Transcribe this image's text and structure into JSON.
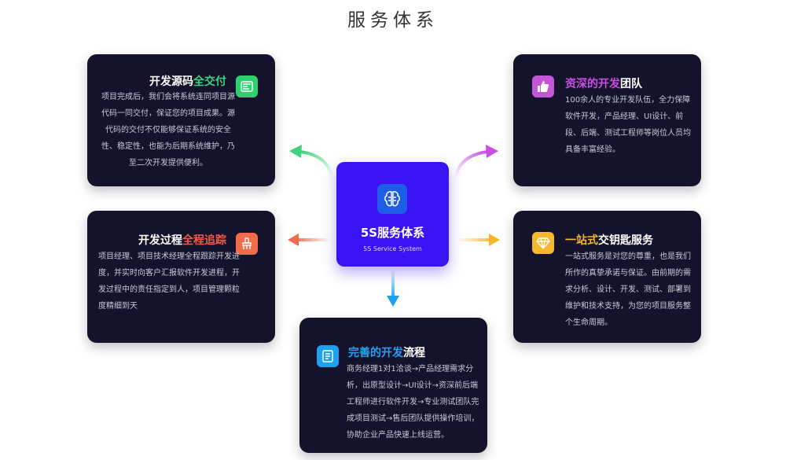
{
  "title": "服务体系",
  "center": {
    "title": "5S服务体系",
    "subtitle": "5S Service System",
    "icon": "brain-icon"
  },
  "cards": {
    "source": {
      "heading_plain": "开发源码",
      "heading_highlight": "全交付",
      "icon": "code-file-icon",
      "accent": "#2ecf6f",
      "body": "项目完成后，我们会将系统连同项目源代码一同交付，保证您的项目成果。源代码的交付不仅能够保证系统的安全性、稳定性，也能为后期系统维护，乃至二次开发提供便利。"
    },
    "process": {
      "heading_plain": "开发过程",
      "heading_highlight": "全程追踪",
      "icon": "brush-icon",
      "accent": "#f26b4d",
      "body": "项目经理、项目技术经理全程跟踪开发进度，并实时向客户汇报软件开发进程，开发过程中的责任指定到人，项目管理颗粒度精细到天"
    },
    "team": {
      "heading_highlight": "资深的开发",
      "heading_plain": "团队",
      "icon": "thumbs-up-icon",
      "accent": "#c457d6",
      "body": "100余人的专业开发队伍，全力保障软件开发，产品经理、UI设计、前段、后端、测试工程师等岗位人员均具备丰富经验。"
    },
    "onestop": {
      "heading_highlight": "一站式",
      "heading_plain": "交钥匙服务",
      "icon": "diamond-icon",
      "accent": "#f5b82e",
      "body": "一站式服务是对您的尊重，也是我们所作的真挚承诺与保证。由前期的需求分析、设计、开发、测试、部署到维护和技术支持，为您的项目服务整个生命周期。"
    },
    "flow": {
      "heading_highlight": "完善的开发",
      "heading_plain": "流程",
      "icon": "document-icon",
      "accent": "#1ea2f0",
      "body": "商务经理1对1洽谈→产品经理需求分析，出原型设计→UI设计→资深前后端工程师进行软件开发→专业测试团队完成项目测试→售后团队提供操作培训，协助企业产品快速上线运营。"
    }
  }
}
